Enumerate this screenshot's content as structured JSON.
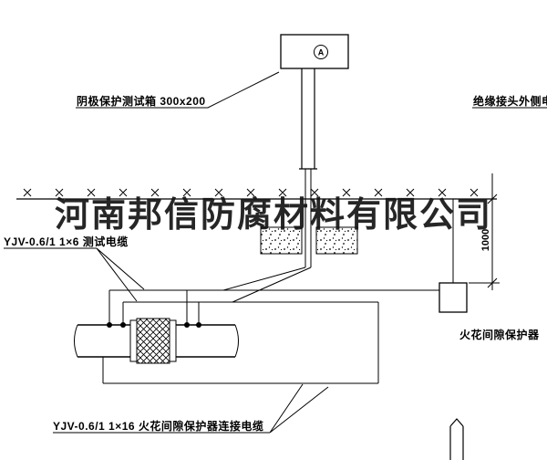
{
  "labels": {
    "test_box": "阴极保护测试箱 300x200",
    "outer_cable": "绝缘接头外侧电缆",
    "test_cable": "YJV-0.6/1 1×6 测试电缆",
    "spark_gap_protector": "火花间隙保护器",
    "connection_cable": "YJV-0.6/1 1×16 火花间隙保护器连接电缆",
    "depth_dimension": "1000",
    "meter_letter": "A"
  },
  "watermark": "河南邦信防腐材料有限公司",
  "colors": {
    "line": "#000000",
    "background": "#ffffff",
    "watermark_text": "#141414"
  }
}
